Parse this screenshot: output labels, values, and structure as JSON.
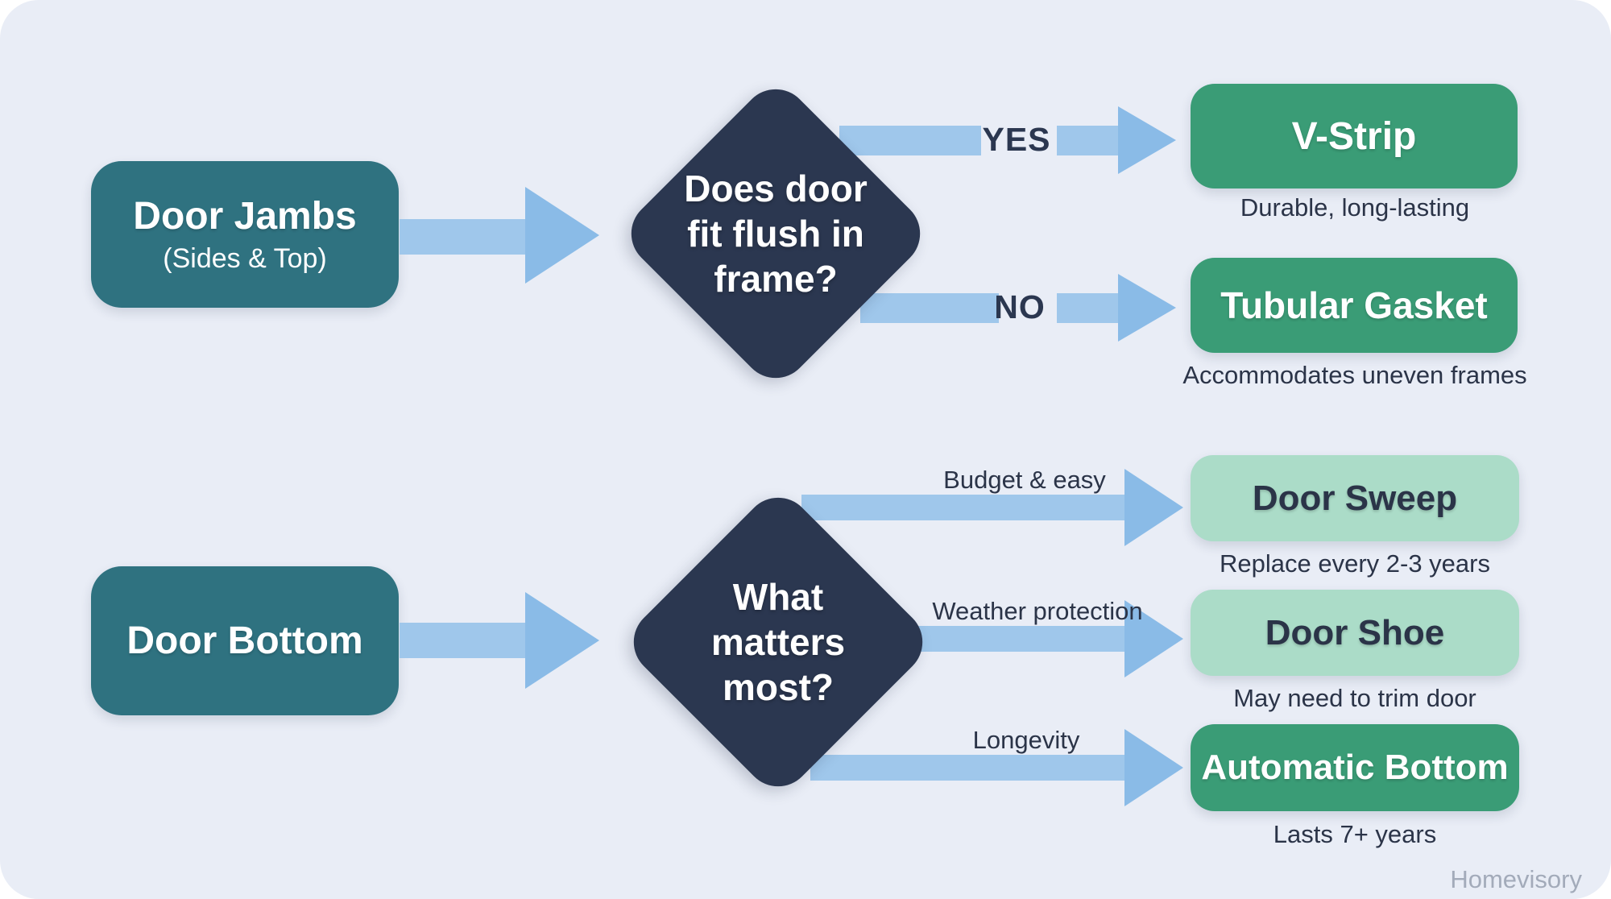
{
  "colors": {
    "background": "#e9edf6",
    "teal": "#2f7280",
    "navy": "#2b3750",
    "green": "#3a9c76",
    "light_green": "#abdcc8",
    "arrow_blue": "#9fc7eb",
    "arrow_head_blue": "#8abbe7",
    "text_dark": "#2b3448",
    "watermark": "#a3abba"
  },
  "flow1": {
    "source": {
      "title": "Door Jambs",
      "subtitle": "(Sides & Top)"
    },
    "decision": {
      "text": "Does door\nfit flush in\nframe?"
    },
    "branches": [
      {
        "label": "YES",
        "result": "V-Strip",
        "note": "Durable, long-lasting"
      },
      {
        "label": "NO",
        "result": "Tubular Gasket",
        "note": "Accommodates uneven frames"
      }
    ]
  },
  "flow2": {
    "source": {
      "title": "Door Bottom"
    },
    "decision": {
      "text": "What\nmatters\nmost?"
    },
    "branches": [
      {
        "label": "Budget & easy",
        "result": "Door Sweep",
        "note": "Replace every 2-3 years"
      },
      {
        "label": "Weather protection",
        "result": "Door Shoe",
        "note": "May need to trim door"
      },
      {
        "label": "Longevity",
        "result": "Automatic Bottom",
        "note": "Lasts 7+ years"
      }
    ]
  },
  "watermark": "Homevisory"
}
